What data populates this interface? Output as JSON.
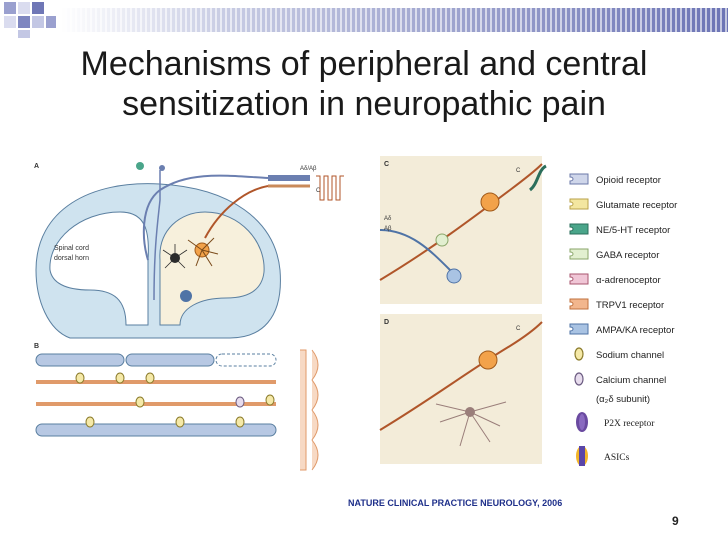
{
  "slide": {
    "title_line1": "Mechanisms of peripheral and central",
    "title_line2": "sensitization in neuropathic pain",
    "credit": "NATURE CLINICAL PRACTICE NEUROLOGY, 2006",
    "page_number": "9"
  },
  "figure": {
    "panels": {
      "a": "A",
      "b": "B",
      "c": "C",
      "d": "D"
    },
    "labels": {
      "spinal_cord_line1": "Spinal cord",
      "spinal_cord_line2": "dorsal horn",
      "fiber_adelta": "Aδ/Aβ",
      "fiber_c": "C",
      "panel_c_fiber_c": "C",
      "panel_c_a_delta": "Aδ",
      "panel_c_a_beta": "Aβ",
      "panel_d_fiber_c": "C"
    },
    "legend": [
      {
        "label": "Opioid receptor",
        "color": "#cfd6ea",
        "stroke": "#6b78a8"
      },
      {
        "label": "Glutamate receptor",
        "color": "#f3e6a0",
        "stroke": "#b8a24a"
      },
      {
        "label": "NE/5-HT receptor",
        "color": "#4aa58a",
        "stroke": "#2b6e5b"
      },
      {
        "label": "GABA receptor",
        "color": "#e2efd0",
        "stroke": "#8aa66a"
      },
      {
        "label": "α-adrenoceptor",
        "color": "#f0c6d6",
        "stroke": "#a8566f"
      },
      {
        "label": "TRPV1 receptor",
        "color": "#f2b68d",
        "stroke": "#c0713e"
      },
      {
        "label": "AMPA/KA receptor",
        "color": "#a9c3e3",
        "stroke": "#4f73a6"
      },
      {
        "label": "Sodium channel",
        "color": "#f5e9a8",
        "stroke": "#8a7a2a"
      },
      {
        "label": "Calcium channel",
        "color": "#e7dced",
        "stroke": "#6a5a80"
      }
    ],
    "calcium_subunit": "(α₂δ subunit)",
    "p2x_label": "P2X receptor",
    "asics_label": "ASICs"
  }
}
